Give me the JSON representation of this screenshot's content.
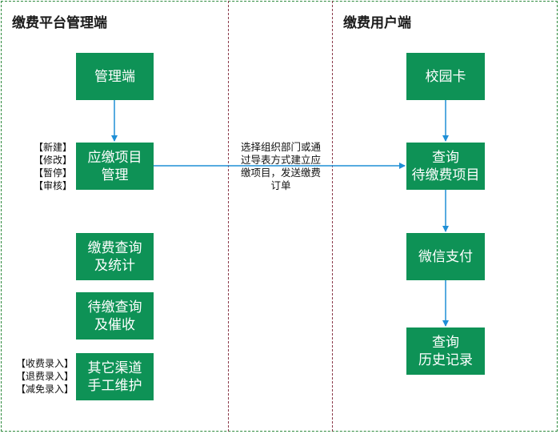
{
  "sections": {
    "left_title": "缴费平台管理端",
    "right_title": "缴费用户端"
  },
  "boxes": {
    "admin": "管理端",
    "item_mgmt": "应缴项目\n管理",
    "query_stats": "缴费查询\n及统计",
    "pending_query": "待缴查询\n及催收",
    "other_channel": "其它渠道\n手工维护",
    "campus_card": "校园卡",
    "query_pending": "查询\n待缴费项目",
    "wechat_pay": "微信支付",
    "query_history": "查询\n历史记录"
  },
  "item_mgmt_actions": [
    "【新建】",
    "【修改】",
    "【暂停】",
    "【审核】"
  ],
  "manual_actions": [
    "【收费录入】",
    "【退费录入】",
    "【减免录入】"
  ],
  "connector_label": "选择组织部门或通过导表方式建立应缴项目，发送缴费订单",
  "colors": {
    "box_fill": "#0e9256",
    "arrow": "#1f8fd6",
    "frame_border": "#2e8b3e",
    "divider": "#8b3a4a"
  }
}
